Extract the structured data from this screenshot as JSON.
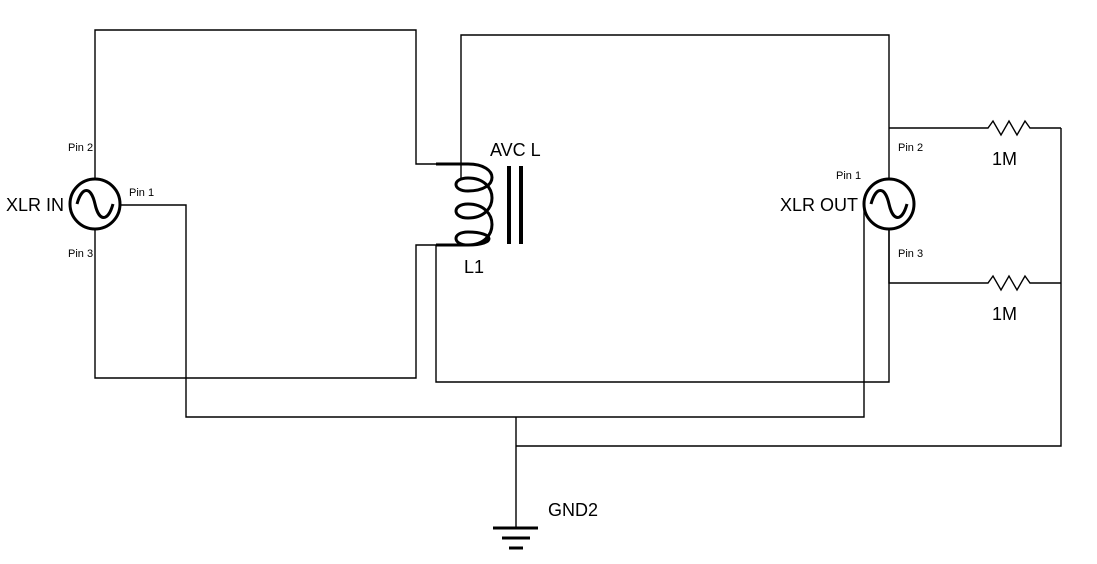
{
  "xlr_in": {
    "label": "XLR IN",
    "pin2": "Pin 2",
    "pin1": "Pin 1",
    "pin3": "Pin 3"
  },
  "xlr_out": {
    "label": "XLR OUT",
    "pin1": "Pin 1",
    "pin2": "Pin 2",
    "pin3": "Pin 3"
  },
  "transformer": {
    "name": "AVC L",
    "ref": "L1"
  },
  "resistors": [
    {
      "value": "1M"
    },
    {
      "value": "1M"
    }
  ],
  "ground": {
    "label": "GND2"
  }
}
